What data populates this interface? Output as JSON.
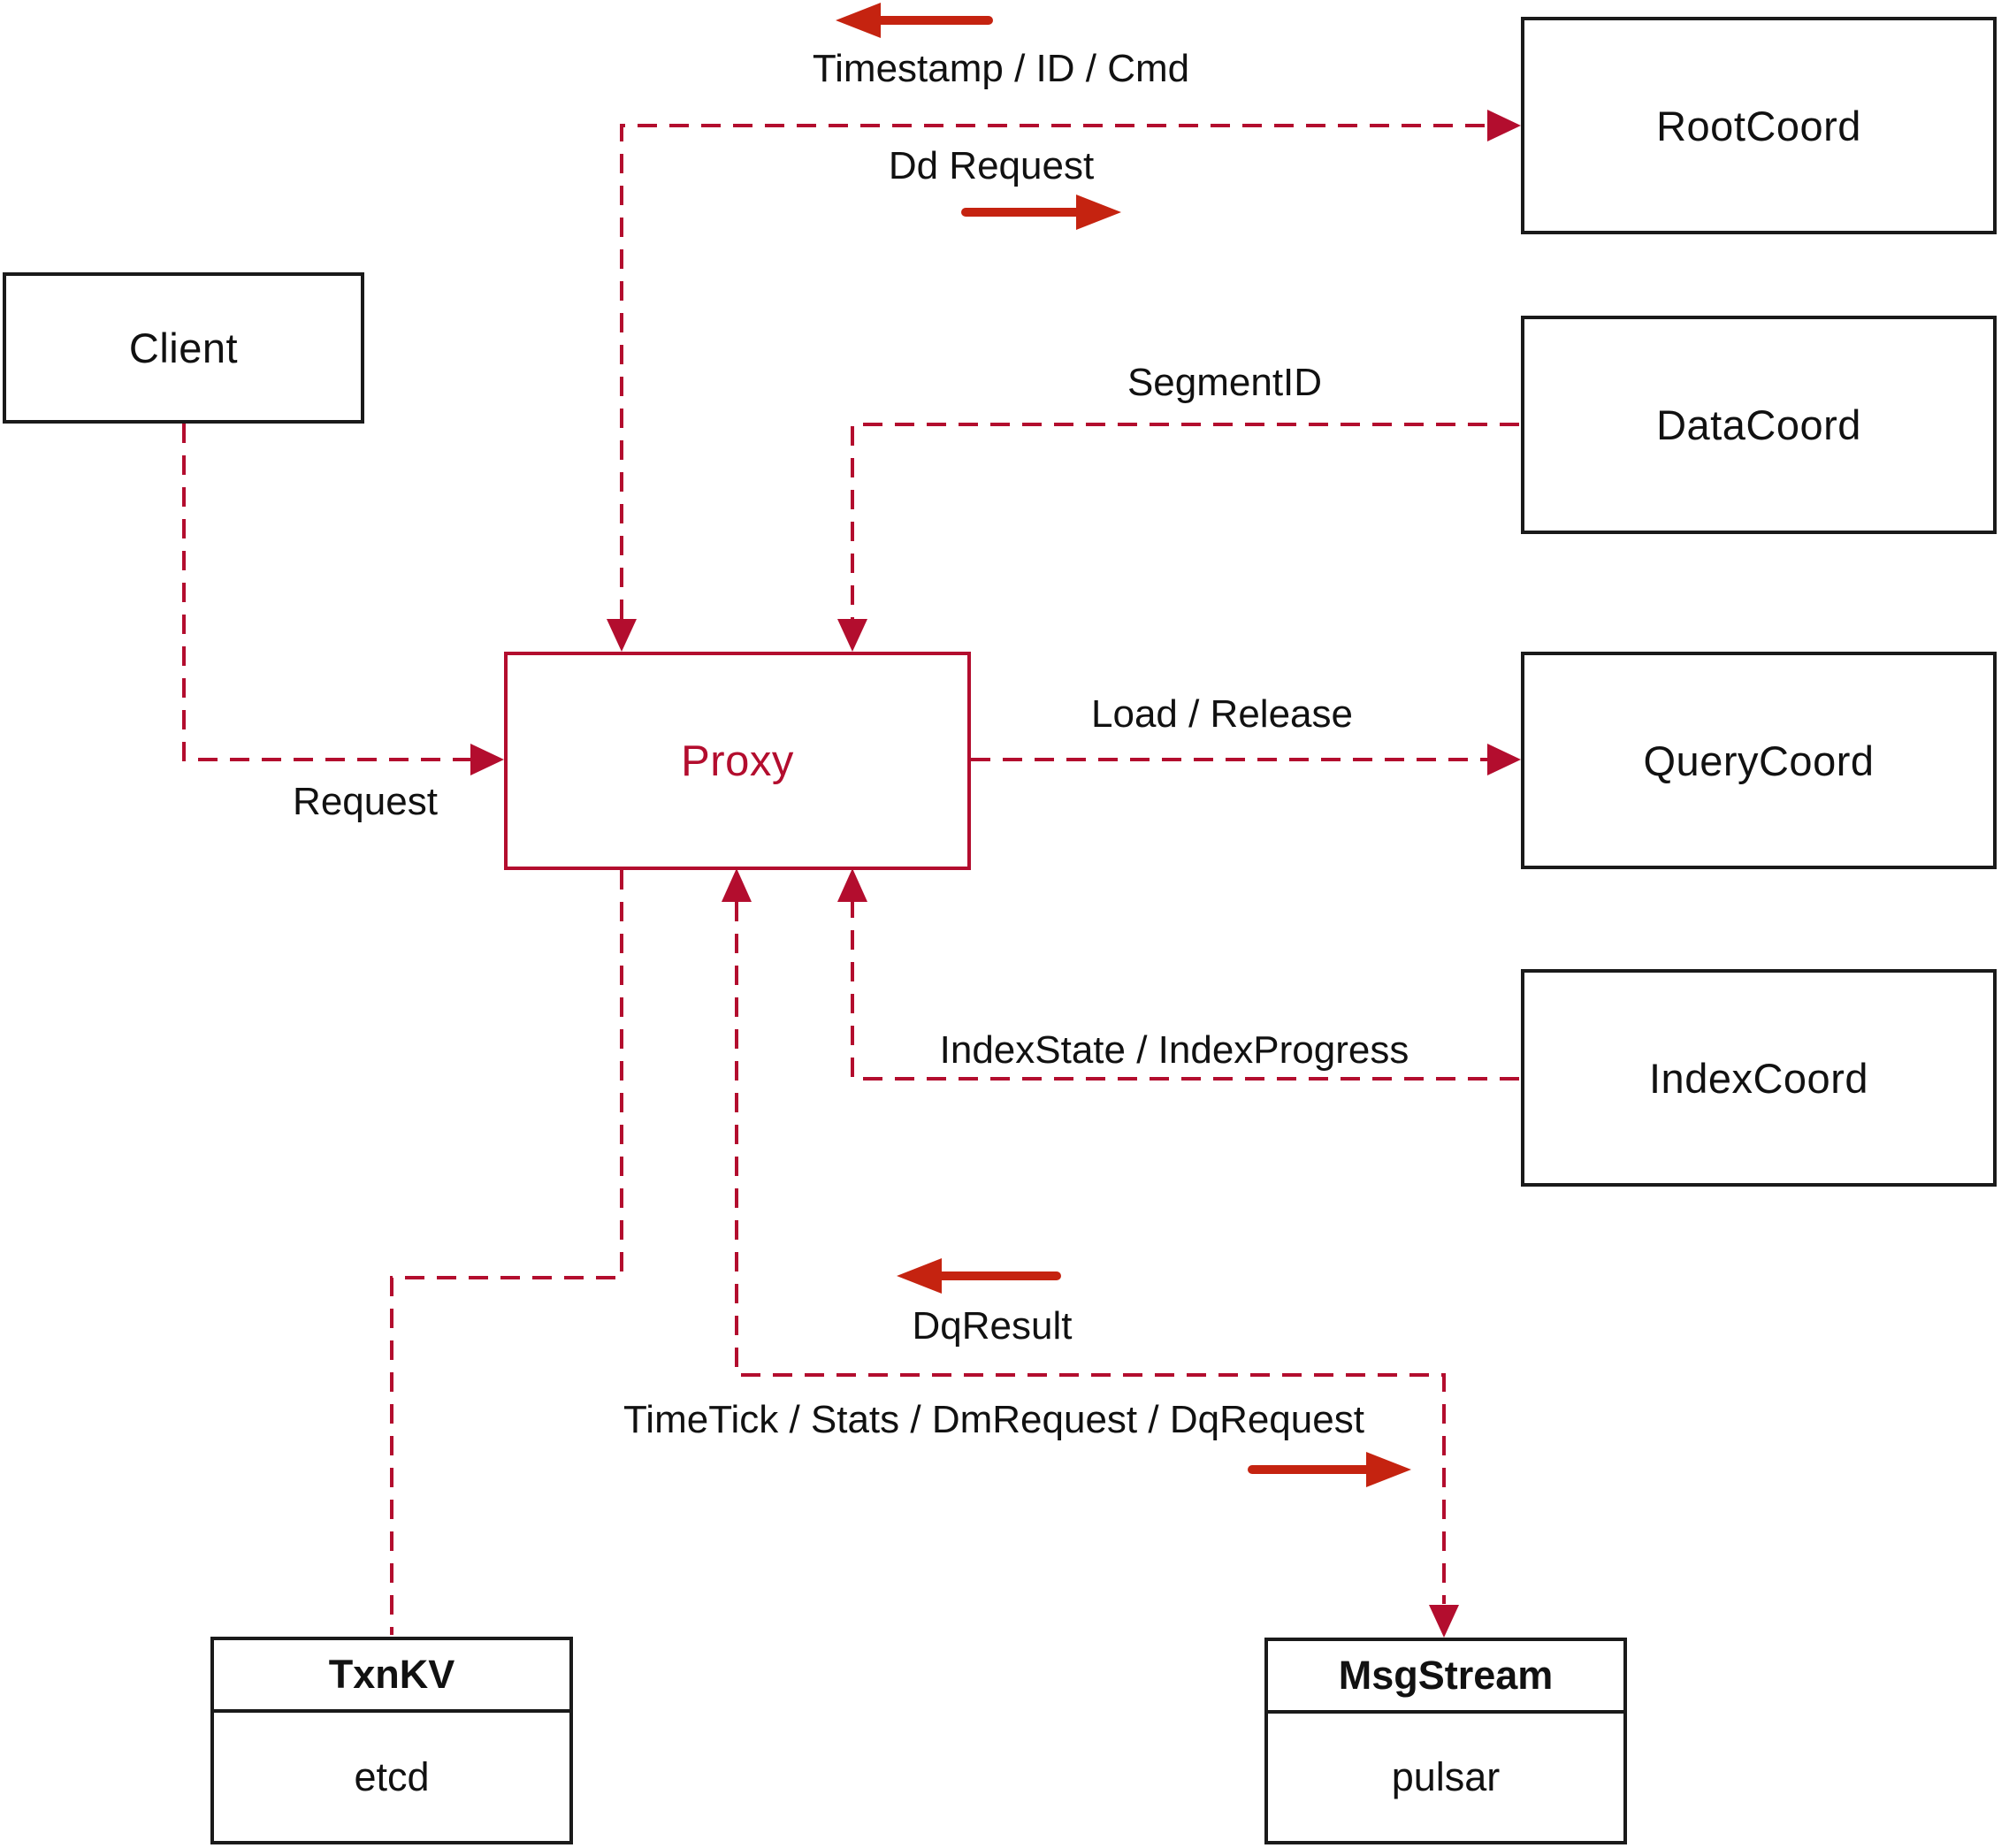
{
  "diagram": {
    "type": "architecture-diagram",
    "nodes": {
      "client": {
        "label": "Client"
      },
      "proxy": {
        "label": "Proxy"
      },
      "root_coord": {
        "label": "RootCoord"
      },
      "data_coord": {
        "label": "DataCoord"
      },
      "query_coord": {
        "label": "QueryCoord"
      },
      "index_coord": {
        "label": "IndexCoord"
      },
      "txn_kv": {
        "title": "TxnKV",
        "subtitle": "etcd"
      },
      "msg_stream": {
        "title": "MsgStream",
        "subtitle": "pulsar"
      }
    },
    "edge_labels": {
      "request": "Request",
      "timestamp_id_cmd": "Timestamp / ID / Cmd",
      "dd_request": "Dd Request",
      "segment_id": "SegmentID",
      "load_release": "Load / Release",
      "index_state_progress": "IndexState / IndexProgress",
      "dq_result": "DqResult",
      "time_tick_stats": "TimeTick / Stats / DmRequest / DqRequest"
    },
    "edges": [
      {
        "from": "client",
        "to": "proxy",
        "label": "Request",
        "style": "dashed",
        "direction": "to"
      },
      {
        "from": "proxy",
        "to": "root_coord",
        "labels": [
          "Timestamp / ID / Cmd",
          "Dd Request"
        ],
        "style": "dashed",
        "direction": "both"
      },
      {
        "from": "data_coord",
        "to": "proxy",
        "label": "SegmentID",
        "style": "dashed",
        "direction": "to"
      },
      {
        "from": "proxy",
        "to": "query_coord",
        "label": "Load / Release",
        "style": "dashed",
        "direction": "to"
      },
      {
        "from": "index_coord",
        "to": "proxy",
        "label": "IndexState / IndexProgress",
        "style": "dashed",
        "direction": "to"
      },
      {
        "from": "proxy",
        "to": "txn_kv",
        "style": "dashed",
        "direction": "none"
      },
      {
        "from": "proxy",
        "to": "msg_stream",
        "labels": [
          "DqResult",
          "TimeTick / Stats / DmRequest / DqRequest"
        ],
        "style": "dashed",
        "direction": "both"
      }
    ],
    "colors": {
      "dashed_line": "#b30d2e",
      "solid_arrow": "#c52310",
      "box_border": "#1a1a1a",
      "proxy_accent": "#b30d2e",
      "text": "#111111",
      "background": "#ffffff"
    }
  }
}
